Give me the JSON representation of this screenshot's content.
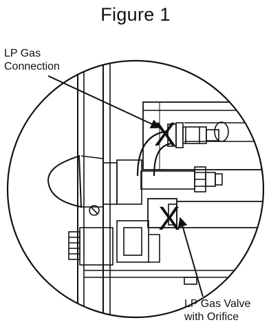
{
  "figure": {
    "title": "Figure 1"
  },
  "callouts": {
    "lp_gas_connection": {
      "line1": "LP Gas",
      "line2": "Connection"
    },
    "lp_gas_valve": {
      "line1": "LP Gas Valve",
      "line2": "with Orifice"
    }
  },
  "markers": {
    "upper_x": "X",
    "lower_x": "X"
  },
  "colors": {
    "ink": "#111111",
    "background": "#ffffff"
  }
}
